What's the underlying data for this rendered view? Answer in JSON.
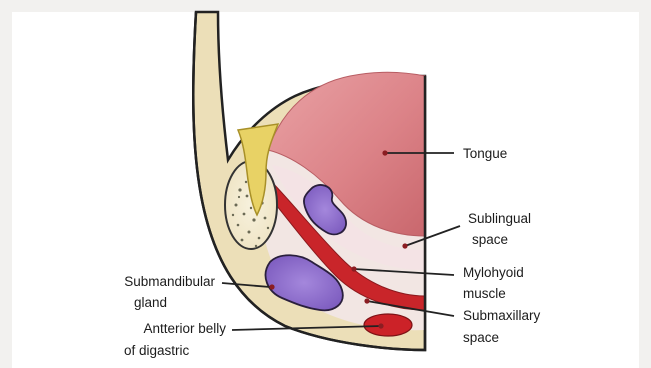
{
  "labels": {
    "tongue": "Tongue",
    "sublingual_line1": "Sublingual",
    "sublingual_line2": "space",
    "mylohyoid_line1": "Mylohyoid",
    "mylohyoid_line2": "muscle",
    "submaxillary_line1": "Submaxillary",
    "submaxillary_line2": "space",
    "submandibular_line1": "Submandibular",
    "submandibular_line2": "gland",
    "digastric_line1": "Antterior belly",
    "digastric_line2": "of digastric"
  },
  "colors": {
    "background": "#f2f1ef",
    "card": "#ffffff",
    "bone": "#ecdfb8",
    "outline": "#222222",
    "tongue": "#df8a8e",
    "sublingual_space": "#f3e4e6",
    "mylohyoid_muscle": "#c9252a",
    "gland": "#8e6fcc",
    "digastric": "#cc2228",
    "tooth": "#e8d265",
    "leader_dot": "#8b1d22"
  }
}
